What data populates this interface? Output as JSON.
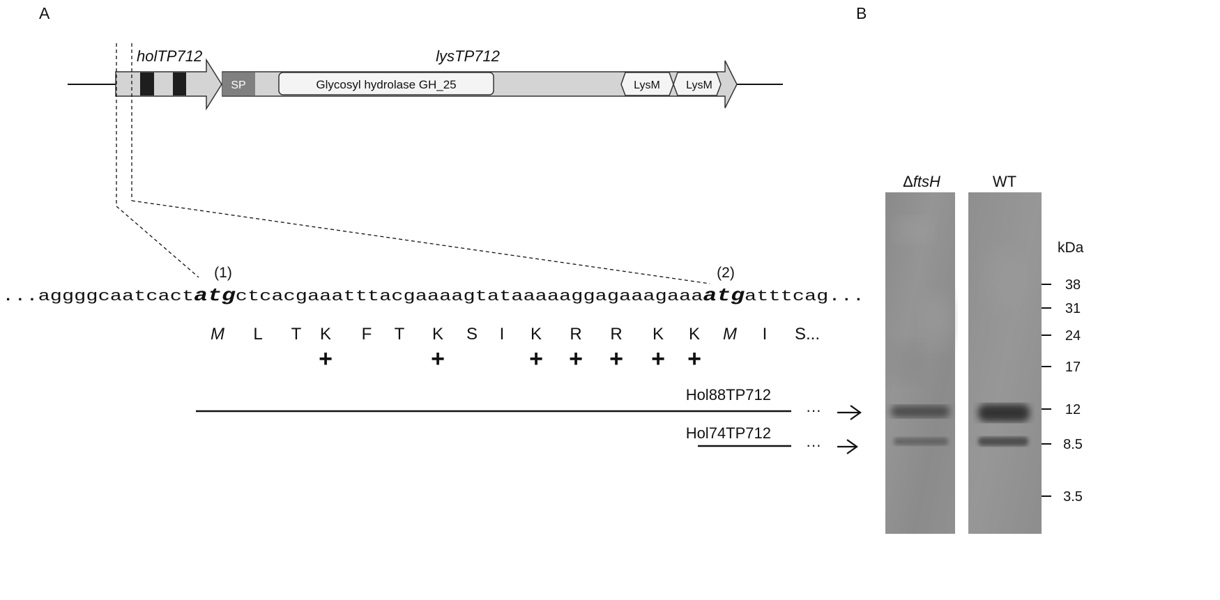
{
  "panel_a": {
    "label": "A",
    "gene_map": {
      "hol_gene_name": "holTP712",
      "lys_gene_name": "lysTP712",
      "domains": {
        "signal_peptide": "SP",
        "catalytic": "Glycosyl hydrolase GH_25",
        "lysm_1": "LysM",
        "lysm_2": "LysM"
      }
    },
    "sequence": {
      "start_marker_1": "(1)",
      "start_marker_2": "(2)",
      "dots_start": "...",
      "upstream": "aggggcaatcact",
      "codon_1": "atg",
      "middle": "ctcacgaaatttacgaaaagtataaaaaggagaaagaaa",
      "codon_2": "atg",
      "downstream": "atttcag",
      "dots_end": "..."
    },
    "amino_acids": [
      "M",
      "L",
      "T",
      "K",
      "F",
      "T",
      "K",
      "S",
      "I",
      "K",
      "R",
      "R",
      "K",
      "K",
      "M",
      "I",
      "S..."
    ],
    "charge_symbol": "+",
    "charged_residue_indices": [
      3,
      6,
      9,
      10,
      11,
      12,
      13
    ],
    "products": {
      "long": "Hol88TP712",
      "short": "Hol74TP712",
      "continuation": "···"
    }
  },
  "panel_b": {
    "label": "B",
    "lanes": [
      {
        "name_prefix": "Δ",
        "name": "ftsH"
      },
      {
        "name": "WT"
      }
    ],
    "unit": "kDa",
    "markers": [
      "38",
      "31",
      "24",
      "17",
      "12",
      "8.5",
      "3.5"
    ]
  },
  "colors": {
    "gene_arrow_fill": "#d4d4d4",
    "signal_peptide_fill": "#808080",
    "transmembrane_block": "#1e1e1e",
    "domain_box_fill": "#f4f4f4",
    "gel_background": "#8d8d8d",
    "band_color": "#3a3a3a"
  }
}
